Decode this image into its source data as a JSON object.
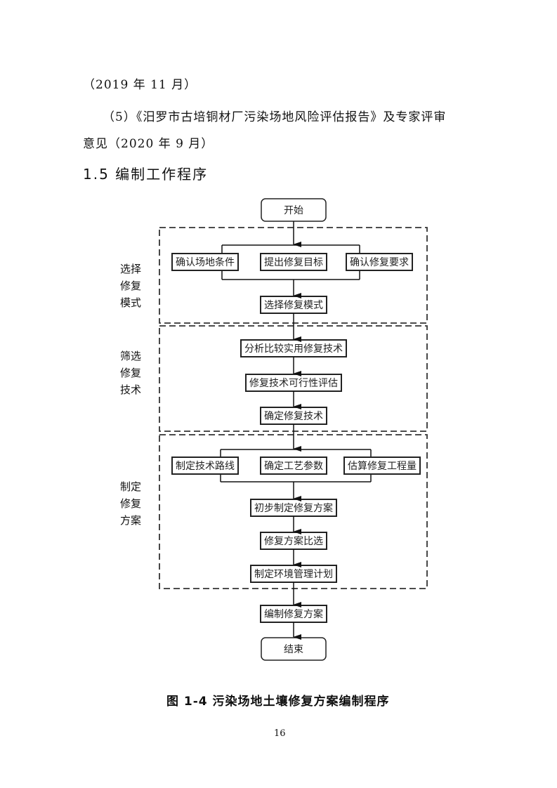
{
  "paragraphs": [
    "（2019 年 11 月）",
    "（5）《汨罗市古培铜材厂污染场地风险评估报告》及专家评审",
    "意见（2020 年 9 月）"
  ],
  "section_heading": "1.5 编制工作程序",
  "flowchart": {
    "start": "开始",
    "end": "结束",
    "stages": [
      {
        "label": [
          "选择",
          "修复",
          "模式"
        ],
        "parallel": [
          "确认场地条件",
          "提出修复目标",
          "确认修复要求"
        ],
        "steps": [
          "选择修复模式"
        ]
      },
      {
        "label": [
          "筛选",
          "修复",
          "技术"
        ],
        "parallel": [],
        "steps": [
          "分析比较实用修复技术",
          "修复技术可行性评估",
          "确定修复技术"
        ]
      },
      {
        "label": [
          "制定",
          "修复",
          "方案"
        ],
        "parallel": [
          "制定技术路线",
          "确定工艺参数",
          "估算修复工程量"
        ],
        "steps": [
          "初步制定修复方案",
          "修复方案比选",
          "制定环境管理计划"
        ]
      }
    ],
    "final_step": "编制修复方案"
  },
  "figure_caption": "图 1-4  污染场地土壤修复方案编制程序",
  "page_number": "16"
}
